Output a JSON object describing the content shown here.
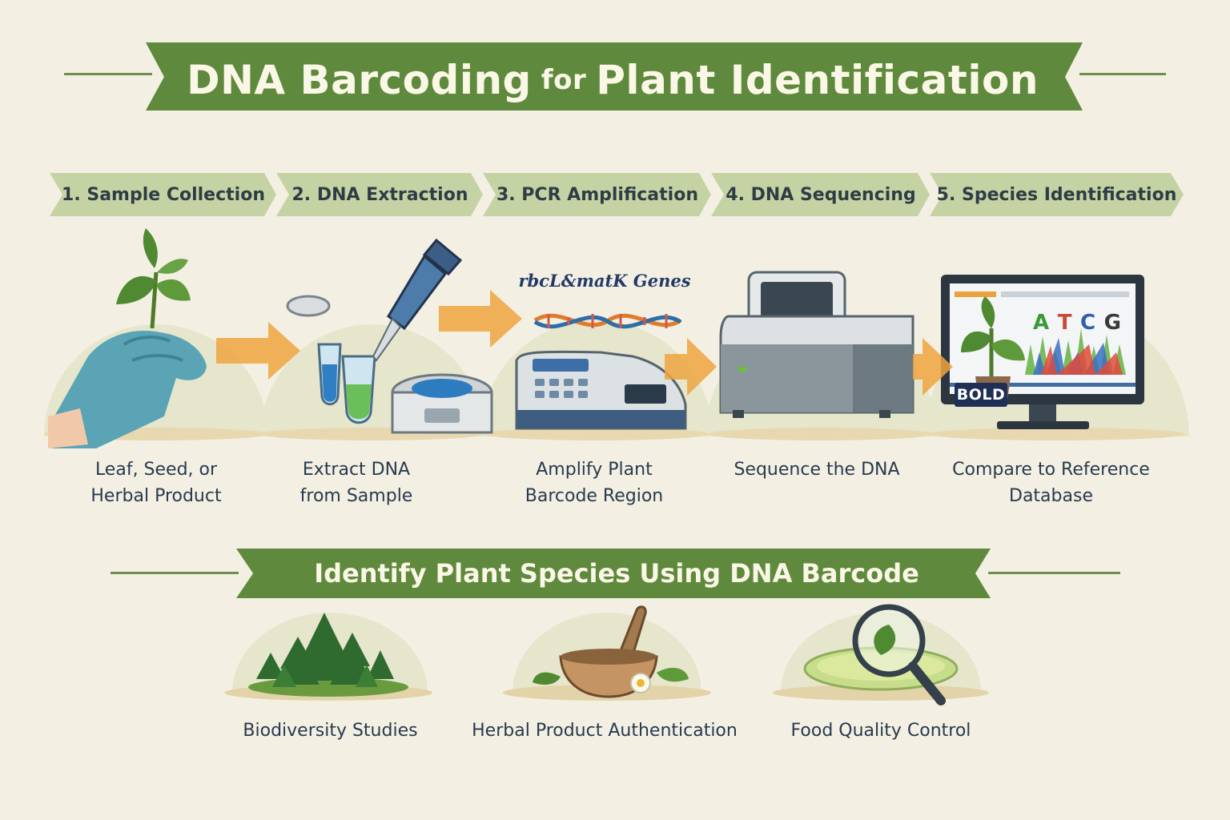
{
  "title": {
    "part1": "DNA Barcoding",
    "small": "for",
    "part2": "Plant Identification"
  },
  "steps": [
    {
      "label": "1. Sample Collection",
      "caption1": "Leaf, Seed, or",
      "caption2": "Herbal Product"
    },
    {
      "label": "2. DNA Extraction",
      "caption1": "Extract DNA",
      "caption2": "from Sample"
    },
    {
      "label": "3. PCR Amplification",
      "caption1": "Amplify Plant",
      "caption2": "Barcode Region"
    },
    {
      "label": "4. DNA Sequencing",
      "caption1": "Sequence the DNA",
      "caption2": ""
    },
    {
      "label": "5. Species Identification",
      "caption1": "Compare to Reference",
      "caption2": "Database"
    }
  ],
  "gene_label": "rbcL&matK Genes",
  "bases": [
    "A",
    "T",
    "C",
    "G"
  ],
  "database_logo": "BOLD",
  "subtitle": "Identify Plant Species Using DNA Barcode",
  "applications": [
    {
      "label": "Biodiversity Studies",
      "icon": "forest-icon"
    },
    {
      "label": "Herbal Product Authentication",
      "icon": "mortar-pestle-icon"
    },
    {
      "label": "Food Quality Control",
      "icon": "magnifier-petri-icon"
    }
  ],
  "colors": {
    "banner": "#5f8a3e",
    "step_bar": "#c5d3a4",
    "arrow": "#eda43f",
    "background": "#f3f0e3"
  }
}
